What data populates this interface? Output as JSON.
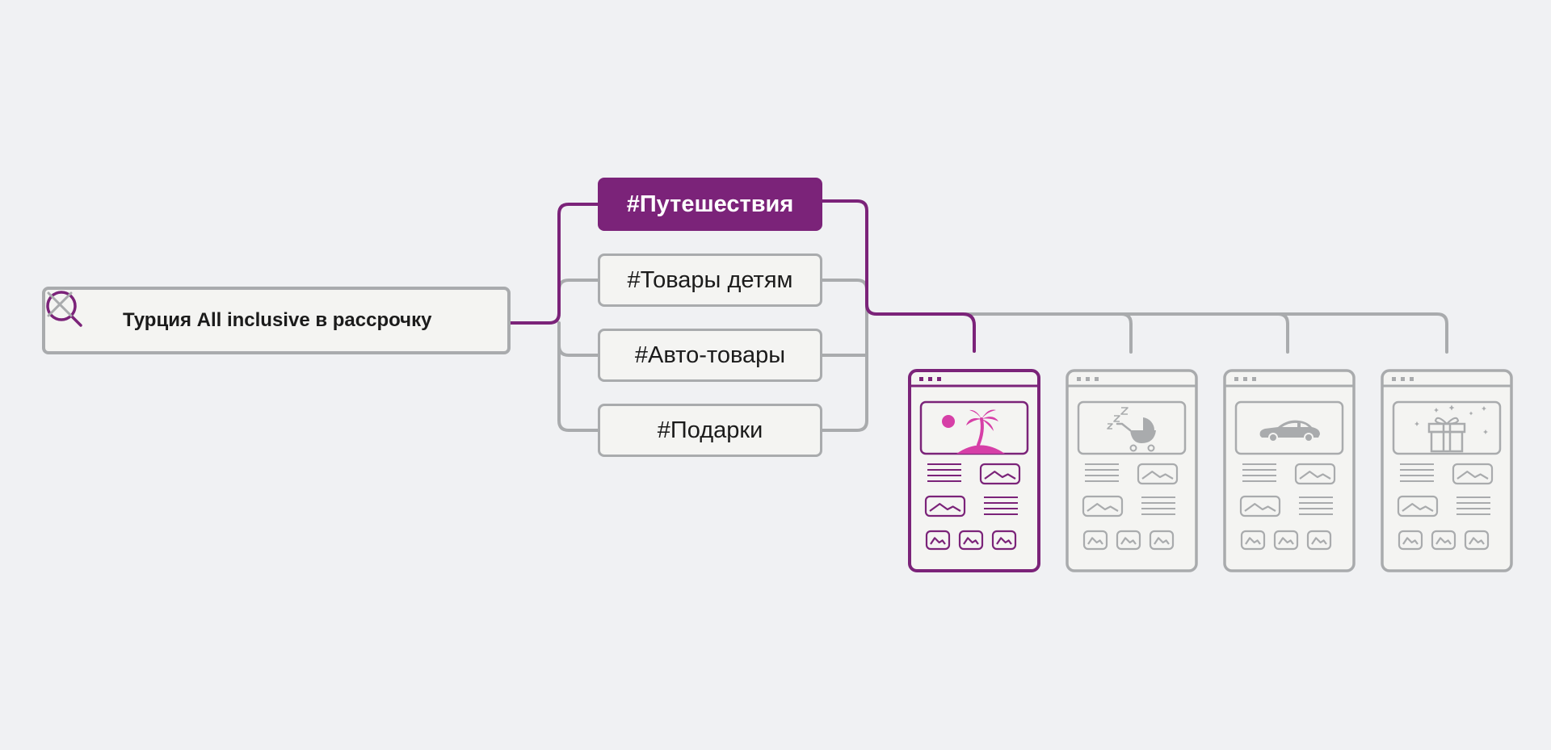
{
  "search": {
    "query": "Турция All inclusive в рассрочку",
    "search_icon": "search-icon",
    "clear_icon": "close-icon"
  },
  "tags": [
    {
      "label": "#Путешествия",
      "active": true
    },
    {
      "label": "#Товары детям",
      "active": false
    },
    {
      "label": "#Авто-товары",
      "active": false
    },
    {
      "label": "#Подарки",
      "active": false
    }
  ],
  "pages": [
    {
      "name": "travel",
      "icon": "palm-island-icon",
      "active": true
    },
    {
      "name": "kids",
      "icon": "baby-stroller-icon",
      "active": false
    },
    {
      "name": "auto",
      "icon": "car-icon",
      "active": false
    },
    {
      "name": "gifts",
      "icon": "gift-box-icon",
      "active": false
    }
  ],
  "colors": {
    "accent": "#7b2379",
    "accent_pink": "#d63fa7",
    "neutral_line": "#a9abad",
    "background": "#f0f1f3",
    "box_fill": "#f4f4f2"
  }
}
